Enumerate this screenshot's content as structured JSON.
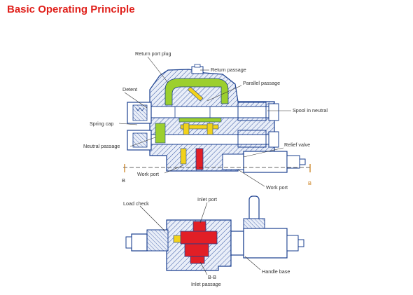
{
  "title": "Basic Operating Principle",
  "colors": {
    "title": "#e0201b",
    "outline": "#1a3f8f",
    "fill": "#e4eaf6",
    "hatch": "#3a5aa6",
    "green": "#9ccf2e",
    "yellow": "#f2d21a",
    "red": "#e21f26",
    "leader": "#333333",
    "section_marker": "#c8780f"
  },
  "upper_view": {
    "labels": {
      "return_port_plug": "Return port plug",
      "return_passage": "Return passage",
      "parallel_passage": "Parallel passage",
      "detent": "Detent",
      "spool_in_neutral": "Spool in neutral",
      "spring_cap": "Spring cap",
      "neutral_passage": "Neutral passage",
      "relief_valve": "Relief valve",
      "work_port_left": "Work port",
      "work_port_right": "Work port"
    },
    "section_marks": {
      "left": "B",
      "right": "B"
    }
  },
  "lower_view": {
    "labels": {
      "load_check": "Load check",
      "inlet_port": "Inlet port",
      "handle_base": "Handle base",
      "section": "B-B",
      "inlet_passage": "Inlet passage"
    }
  }
}
